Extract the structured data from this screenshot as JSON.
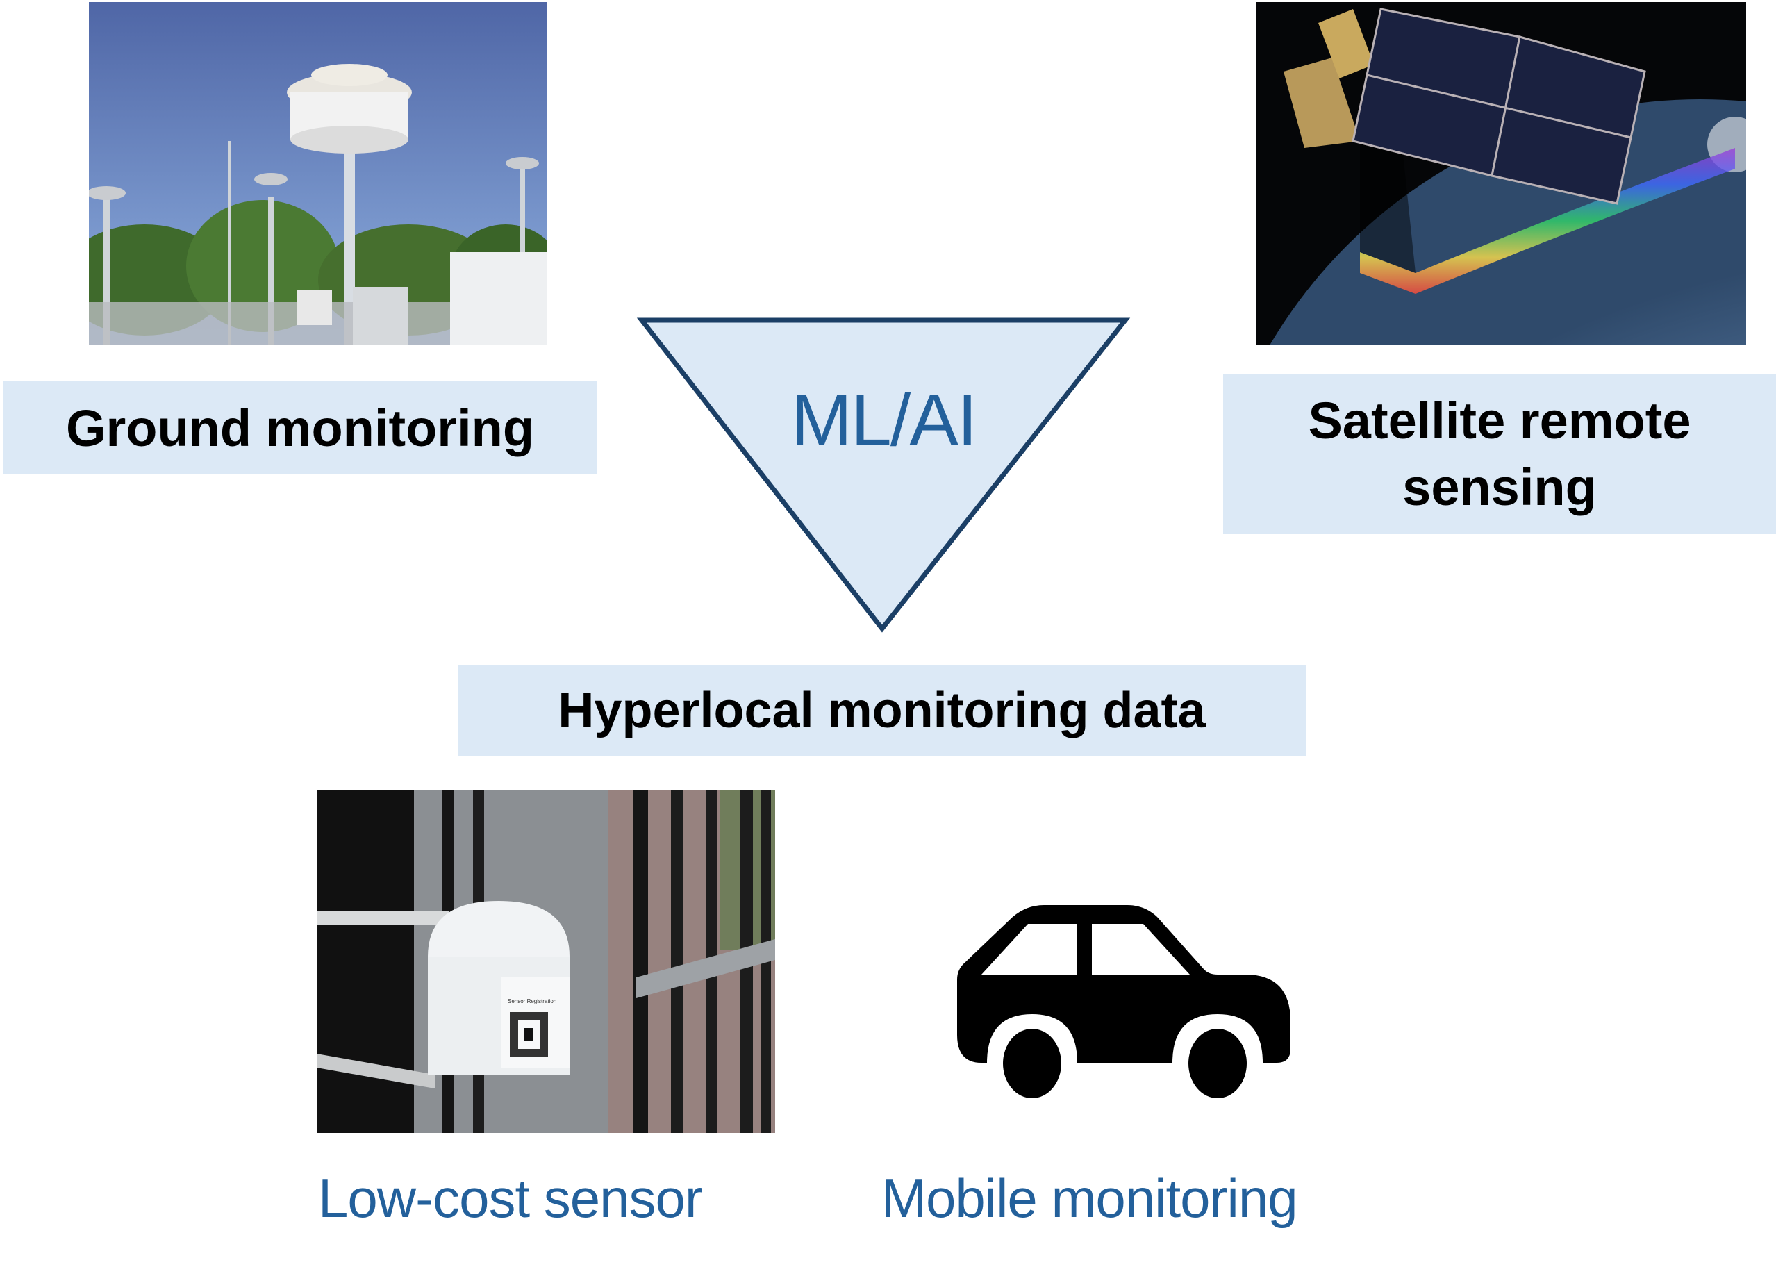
{
  "sources": {
    "ground": {
      "label": "Ground monitoring",
      "image": "ground-monitoring-station-photo"
    },
    "satellite": {
      "label_line1": "Satellite remote",
      "label_line2": "sensing",
      "image": "satellite-earth-observation-photo"
    }
  },
  "center": {
    "label": "ML/AI",
    "shape": "inverted-triangle"
  },
  "output": {
    "label": "Hyperlocal monitoring data"
  },
  "devices": {
    "low_cost_sensor": {
      "label": "Low-cost sensor",
      "image": "low-cost-sensor-photo",
      "sticker_text": "Sensor Registration"
    },
    "mobile": {
      "label": "Mobile monitoring",
      "icon": "car-icon"
    }
  },
  "colors": {
    "box_fill": "#dce9f6",
    "triangle_stroke": "#1b3f66",
    "accent_text": "#23609b",
    "label_text": "#000000"
  }
}
